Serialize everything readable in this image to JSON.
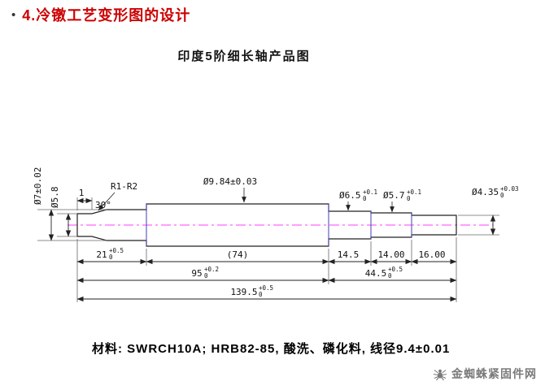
{
  "slide": {
    "bullet": "•",
    "title": "4.冷镦工艺变形图的设计",
    "subtitle": "印度5阶细长轴产品图",
    "material": "材料: SWRCH10A; HRB82-85, 酸洗、磷化料, 线径9.4±0.01",
    "watermark": "金蜘蛛紧固件网",
    "watermark_icon": "spider-icon"
  },
  "colors": {
    "title_red": "#cc0000",
    "centerline_magenta": "#ff3dff",
    "line_dark": "#222222",
    "step_blue": "#4040b0",
    "ext_gray": "#666666",
    "watermark_gray": "#7a7a7a"
  },
  "dims": {
    "d7": "Ø7±0.02",
    "d58": "Ø5.8",
    "tip1": "1",
    "r": "R1-R2",
    "ang": "30°",
    "d984": "Ø9.84±0.03",
    "d65": "Ø6.5",
    "d65u": "+0.1",
    "d65l": "0",
    "d57": "Ø5.7",
    "d57u": "+0.1",
    "d57l": "0",
    "d435": "Ø4.35",
    "d435u": "+0.03",
    "d435l": "0",
    "l21": "21",
    "l21u": "+0.5",
    "l21l": "0",
    "l74": "(74)",
    "l145": "14.5",
    "l14": "14.00",
    "l16": "16.00",
    "l95": "95",
    "l95u": "+0.2",
    "l95l": "0",
    "l445": "44.5",
    "l445u": "+0.5",
    "l445l": "0",
    "l1395": "139.5",
    "l1395u": "+0.5",
    "l1395l": "0"
  }
}
